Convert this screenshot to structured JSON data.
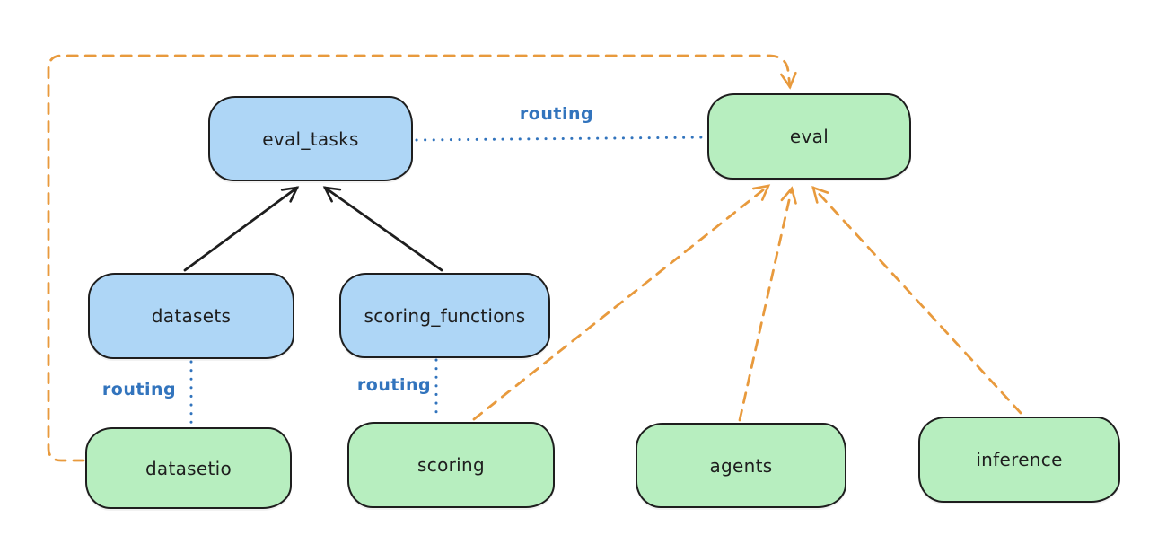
{
  "diagram": {
    "type": "flowchart",
    "background": "#ffffff",
    "colors": {
      "blue_fill": "#aed6f6",
      "green_fill": "#b7eebf",
      "stroke": "#1e1e1e",
      "orange_dashed": "#e89a3d",
      "routing_blue": "#3274bd"
    },
    "nodes": [
      {
        "id": "eval_tasks",
        "label": "eval_tasks",
        "color": "blue"
      },
      {
        "id": "eval",
        "label": "eval",
        "color": "green"
      },
      {
        "id": "datasets",
        "label": "datasets",
        "color": "blue"
      },
      {
        "id": "scoring_functions",
        "label": "scoring_functions",
        "color": "blue"
      },
      {
        "id": "datasetio",
        "label": "datasetio",
        "color": "green"
      },
      {
        "id": "scoring",
        "label": "scoring",
        "color": "green"
      },
      {
        "id": "agents",
        "label": "agents",
        "color": "green"
      },
      {
        "id": "inference",
        "label": "inference",
        "color": "green"
      }
    ],
    "edges": [
      {
        "from": "eval_tasks",
        "to": "eval",
        "style": "dotted",
        "color": "blue",
        "label": "routing",
        "arrow": false
      },
      {
        "from": "datasets",
        "to": "eval_tasks",
        "style": "solid",
        "color": "black",
        "arrow": true
      },
      {
        "from": "scoring_functions",
        "to": "eval_tasks",
        "style": "solid",
        "color": "black",
        "arrow": true
      },
      {
        "from": "datasets",
        "to": "datasetio",
        "style": "dotted",
        "color": "blue",
        "label": "routing",
        "arrow": false
      },
      {
        "from": "scoring_functions",
        "to": "scoring",
        "style": "dotted",
        "color": "blue",
        "label": "routing",
        "arrow": false
      },
      {
        "from": "datasetio",
        "to": "eval",
        "style": "dashed",
        "color": "orange",
        "arrow": true
      },
      {
        "from": "scoring",
        "to": "eval",
        "style": "dashed",
        "color": "orange",
        "arrow": true
      },
      {
        "from": "agents",
        "to": "eval",
        "style": "dashed",
        "color": "orange",
        "arrow": true
      },
      {
        "from": "inference",
        "to": "eval",
        "style": "dashed",
        "color": "orange",
        "arrow": true
      }
    ]
  }
}
